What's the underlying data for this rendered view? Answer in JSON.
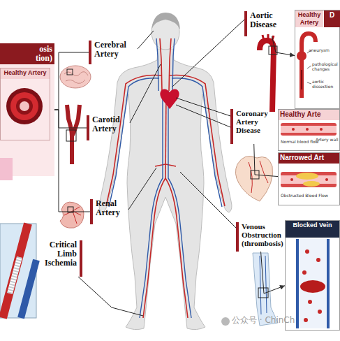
{
  "diagram": {
    "nodes": [
      {
        "text": [
          "osis tion)"
        ]
      },
      {
        "text": [
          "Healthy Artery"
        ],
        "in": 0
      },
      {
        "text": [
          "Cerebral Artery"
        ]
      },
      {
        "text": [
          "Carotid Artery"
        ]
      },
      {
        "text": [
          "Renal Artery"
        ]
      },
      {
        "text": [
          "Critical Limb Ischemia"
        ]
      },
      {
        "text": [
          "Aortic Disease"
        ]
      },
      {
        "text": [
          "Healthy Artery",
          "D"
        ]
      },
      {
        "text": [
          "Coronary Artery Disease"
        ]
      },
      {
        "text": [
          "Healthy Arte"
        ]
      },
      {
        "text": [
          "Narrowed Art"
        ]
      },
      {
        "text": [
          "Venous Obstruction (thrombosis)"
        ]
      },
      {
        "text": [
          "Blocked Vein"
        ]
      }
    ],
    "edges": [
      {
        "from": 0,
        "to": 2,
        "arrow": "none"
      },
      {
        "from": 0,
        "to": 3,
        "arrow": "none"
      },
      {
        "from": 0,
        "to": 4,
        "arrow": "none"
      },
      {
        "from": 6,
        "to": 7,
        "arrow": "to"
      },
      {
        "from": 8,
        "to": 10,
        "arrow": "none"
      },
      {
        "from": 11,
        "to": 12,
        "arrow": "to"
      }
    ],
    "labels": [
      "aneurysm",
      "pathological changes",
      "aortic dissection",
      "Normal blood flow",
      "Artery wall",
      "Obstructed Blood Flow",
      "公众号 · ChinCh"
    ]
  }
}
